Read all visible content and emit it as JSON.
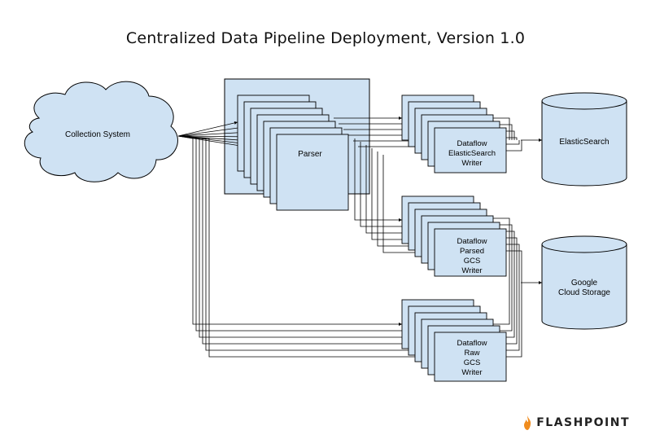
{
  "title": "Centralized Data Pipeline Deployment, Version 1.0",
  "nodes": {
    "collection": "Collection System",
    "parser": "Parser",
    "es_writer": [
      "Dataflow",
      "ElasticSearch",
      "Writer"
    ],
    "gcs_parsed_writer": [
      "Dataflow",
      "Parsed",
      "GCS",
      "Writer"
    ],
    "gcs_raw_writer": [
      "Dataflow",
      "Raw",
      "GCS",
      "Writer"
    ],
    "elasticsearch": "ElasticSearch",
    "gcs": [
      "Google",
      "Cloud Storage"
    ]
  },
  "brand": "FLASHPOINT",
  "colors": {
    "box_fill": "#cfe2f3",
    "stroke": "#000000",
    "brand_flame": "#f08c1e"
  }
}
